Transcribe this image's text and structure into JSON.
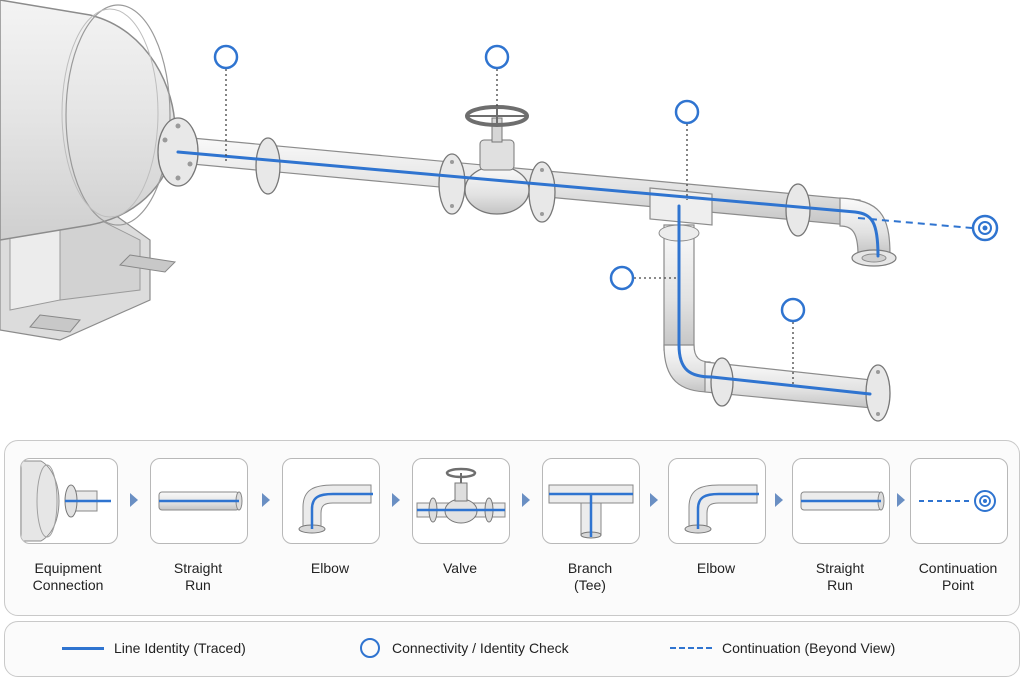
{
  "sequence": {
    "steps": [
      {
        "label": "Equipment\nConnection",
        "icon": "equipment-connection-icon"
      },
      {
        "label": "Straight\nRun",
        "icon": "straight-pipe-icon"
      },
      {
        "label": "Elbow",
        "icon": "elbow-icon"
      },
      {
        "label": "Valve",
        "icon": "valve-icon"
      },
      {
        "label": "Branch\n(Tee)",
        "icon": "tee-icon"
      },
      {
        "label": "Elbow",
        "icon": "elbow-icon"
      },
      {
        "label": "Straight\nRun",
        "icon": "straight-pipe-icon"
      },
      {
        "label": "Continuation\nPoint",
        "icon": "continuation-point-icon"
      }
    ]
  },
  "legend": {
    "line_identity": "Line Identity (Traced)",
    "check": "Connectivity / Identity Check",
    "continuation": "Continuation (Beyond View)"
  },
  "colors": {
    "trace": "#2f74d0",
    "pipe": "#e9e9e9",
    "pipe_edge": "#8c8c8c"
  }
}
